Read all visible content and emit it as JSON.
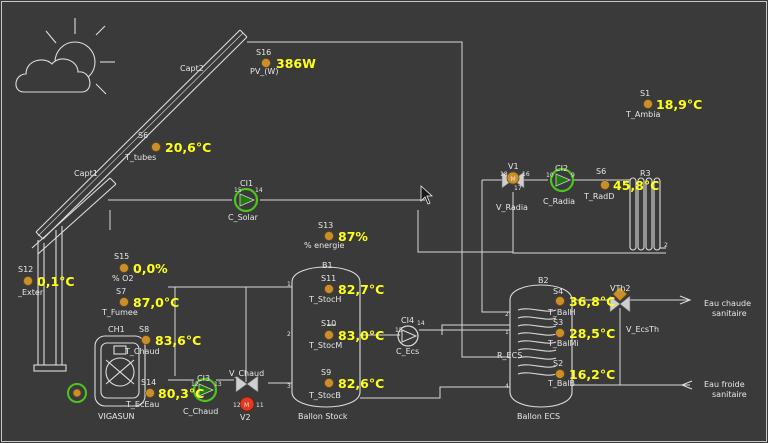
{
  "sensors": {
    "S16": {
      "id": "S16",
      "name": "PV_(W)",
      "value": "386W"
    },
    "S1": {
      "id": "S1",
      "name": "T_Ambia",
      "value": "18,9°C"
    },
    "S6a": {
      "id": "S6",
      "name": "T_tubes",
      "value": "20,6°C"
    },
    "S6b": {
      "id": "S6",
      "name": "T_RadD",
      "value": "45,8°C"
    },
    "S13": {
      "id": "S13",
      "name": "% energie",
      "value": "87%"
    },
    "S12": {
      "id": "S12",
      "name": "_Exter",
      "value": "0,1°C"
    },
    "S15": {
      "id": "S15",
      "name": "% O2",
      "value": "0,0%"
    },
    "S7": {
      "id": "S7",
      "name": "T_Fumee",
      "value": "87,0°C"
    },
    "S11": {
      "id": "S11",
      "name": "T_StocH",
      "value": "82,7°C"
    },
    "S8": {
      "id": "S8",
      "name": "T_Chaud",
      "value": "83,6°C"
    },
    "S10": {
      "id": "S10",
      "name": "T_StocM",
      "value": "83,0°C"
    },
    "S9": {
      "id": "S9",
      "name": "T_StocB",
      "value": "82,6°C"
    },
    "S14": {
      "id": "S14",
      "name": "T_EcEau",
      "value": "80,3°C"
    },
    "S4": {
      "id": "S4",
      "name": "T_BalH",
      "value": "36,8°C"
    },
    "S3": {
      "id": "S3",
      "name": "T_BalMi",
      "value": "28,5°C"
    },
    "S2": {
      "id": "S2",
      "name": "T_BalB",
      "value": "16,2°C"
    }
  },
  "collectors": {
    "capt2": "Capt2",
    "capt1": "Capt1"
  },
  "pumps": {
    "CI1": {
      "id": "CI1",
      "name": "C_Solar"
    },
    "CI2": {
      "id": "CI2",
      "name": "C_Radia"
    },
    "CI3": {
      "id": "CI3",
      "name": "C_Chaud"
    },
    "CI4": {
      "id": "CI4",
      "name": "C_Ecs"
    }
  },
  "valves": {
    "V1": {
      "id": "V1",
      "name": "V_Radia"
    },
    "V2": {
      "id": "V2",
      "name": "V2"
    },
    "V_Chaud": {
      "name": "V_Chaud"
    },
    "VTh2": {
      "id": "VTh2",
      "name": "V_EcsTh"
    }
  },
  "radiator": {
    "id": "R3"
  },
  "boiler": {
    "id": "CH1",
    "name": "VIGASUN"
  },
  "tanks": {
    "B1": {
      "id": "B1",
      "name": "Ballon Stock"
    },
    "B2": {
      "id": "B2",
      "name": "Ballon ECS"
    }
  },
  "outlets": {
    "hot1": "Eau chaude",
    "hot2": "sanitaire",
    "cold1": "Eau froide",
    "cold2": "sanitaire"
  },
  "misc": {
    "resistance": "R_ECS"
  },
  "colors": {
    "background": "#3a3a3a",
    "value": "#ffff1a",
    "pump_active": "#4cc61e",
    "valve_active": "#e03a20",
    "sensor": "#c98f2a"
  }
}
